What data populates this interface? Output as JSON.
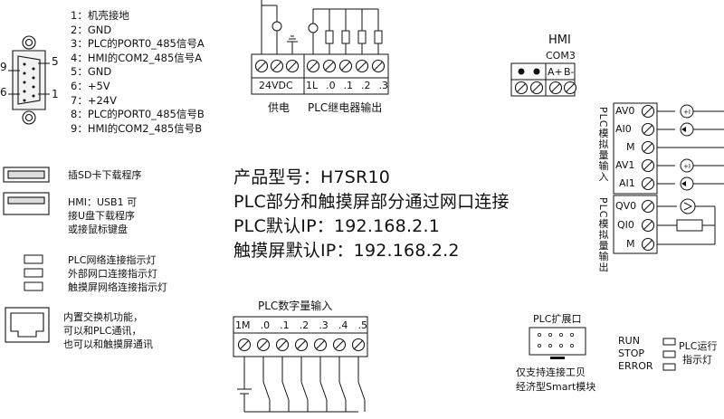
{
  "db9_connector": {
    "pin_labels": {
      "p9": "9",
      "p5": "5",
      "p6": "6",
      "p1": "1"
    },
    "pins": [
      "1：机壳接地",
      "2：GND",
      "3：PLC的PORT0_485信号A",
      "4：HMI的COM2_485信号A",
      "5：GND",
      "6：+5V",
      "7：+24V",
      "8：PLC的PORT0_485信号B",
      "9：HMI的COM2_485信号B"
    ]
  },
  "left_legend": {
    "sd_slot": "插SD卡下载程序",
    "usb_lines": [
      "HMI：USB1 可",
      "接U盘下载程序",
      "或接鼠标键盘"
    ],
    "leds": [
      "PLC网络连接指示灯",
      "外部网口连接指示灯",
      "触摸屏网络连接指示灯"
    ],
    "ethernet_lines": [
      "内置交换机功能，",
      "可以和PLC通讯，",
      "也可以和触摸屏通讯"
    ]
  },
  "power_block": {
    "terminal_label": "24VDC",
    "caption": "供电"
  },
  "relay_block": {
    "terminals": [
      "1L",
      ".0",
      ".1",
      ".2",
      ".3"
    ],
    "caption": "PLC继电器输出"
  },
  "hmi_port": {
    "title": "HMI",
    "subtitle": "COM3",
    "pins": [
      "A+",
      "B-"
    ]
  },
  "product_info": {
    "model": "产品型号：H7SR10",
    "description": "PLC部分和触摸屏部分通过网口连接",
    "plc_ip": "PLC默认IP：192.168.2.1",
    "hmi_ip": "触摸屏默认IP：192.168.2.2"
  },
  "analog_in": {
    "caption": "PLC模拟量输入",
    "terminals": [
      "AV0",
      "AI0",
      "M",
      "AV1",
      "AI1"
    ]
  },
  "analog_out": {
    "caption": "PLC模拟量输出",
    "terminals": [
      "QV0",
      "QI0",
      "M"
    ]
  },
  "digital_in": {
    "caption": "PLC数字量输入",
    "terminals": [
      "1M",
      ".0",
      ".1",
      ".2",
      ".3",
      ".4",
      ".5"
    ]
  },
  "expansion": {
    "caption": "PLC扩展口",
    "note_lines": [
      "仅支持连接工贝",
      "经济型Smart模块"
    ]
  },
  "status_leds": {
    "labels": [
      "RUN",
      "STOP",
      "ERROR"
    ],
    "caption_lines": [
      "PLC运行",
      "指示灯"
    ]
  }
}
